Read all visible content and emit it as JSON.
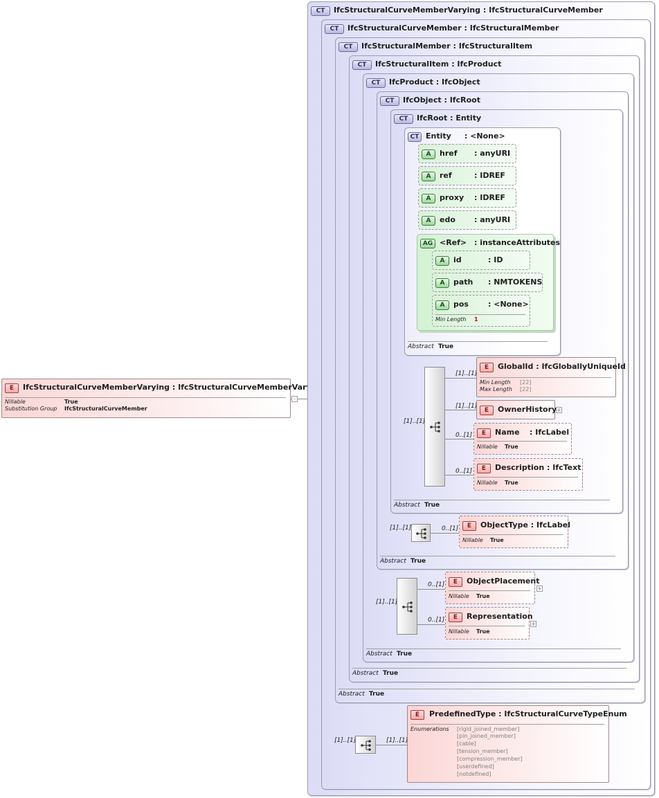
{
  "root": {
    "badge": "E",
    "title": "IfcStructuralCurveMemberVarying : IfcStructuralCurveMemberVarying",
    "props": [
      {
        "label": "Nillable",
        "value": "True"
      },
      {
        "label": "Substitution Group",
        "value": "IfcStructuralCurveMember"
      }
    ],
    "collapse": "-"
  },
  "ct_badge": "CT",
  "ct_levels": [
    {
      "name": "IfcStructuralCurveMemberVarying",
      "base": ": IfcStructuralCurveMember"
    },
    {
      "name": "IfcStructuralCurveMember",
      "base": ": IfcStructuralMember"
    },
    {
      "name": "IfcStructuralMember",
      "base": ": IfcStructuralItem"
    },
    {
      "name": "IfcStructuralItem",
      "base": ": IfcProduct"
    },
    {
      "name": "IfcProduct",
      "base": ": IfcObject"
    },
    {
      "name": "IfcObject",
      "base": ": IfcRoot"
    },
    {
      "name": "IfcRoot",
      "base": ": Entity"
    },
    {
      "name": "Entity",
      "base": ": <None>"
    }
  ],
  "abstract_label": "Abstract",
  "abstract_value": "True",
  "attributes": [
    {
      "badge": "A",
      "name": "href",
      "type": ": anyURI"
    },
    {
      "badge": "A",
      "name": "ref",
      "type": ": IDREF"
    },
    {
      "badge": "A",
      "name": "proxy",
      "type": ": IDREF"
    },
    {
      "badge": "A",
      "name": "edo",
      "type": ": anyURI"
    }
  ],
  "attr_group": {
    "badge": "AG",
    "name": "<Ref>",
    "type": ": instanceAttributes",
    "attributes": [
      {
        "badge": "A",
        "name": "id",
        "type": ": ID"
      },
      {
        "badge": "A",
        "name": "path",
        "type": ": NMTOKENS"
      },
      {
        "badge": "A",
        "name": "pos",
        "type": ": <None>",
        "prop_label": "Min Length",
        "prop_value": "1"
      }
    ]
  },
  "ifcroot_seq": {
    "card": "[1]..[1]",
    "elements": [
      {
        "badge": "E",
        "card": "[1]..[1]",
        "name": "GlobalId",
        "type": ": IfcGloballyUniqueId",
        "props": [
          {
            "label": "Min Length",
            "value": "[22]"
          },
          {
            "label": "Max Length",
            "value": "[22]"
          }
        ]
      },
      {
        "badge": "E",
        "card": "[1]..[1]",
        "name": "OwnerHistory",
        "type": "",
        "expand": "+"
      },
      {
        "badge": "E",
        "card": "0..[1]",
        "name": "Name",
        "type": ": IfcLabel",
        "props": [
          {
            "label": "Nillable",
            "value": "True"
          }
        ]
      },
      {
        "badge": "E",
        "card": "0..[1]",
        "name": "Description",
        "type": ": IfcText",
        "props": [
          {
            "label": "Nillable",
            "value": "True"
          }
        ]
      }
    ]
  },
  "ifcobject_seq": {
    "card": "[1]..[1]",
    "element": {
      "badge": "E",
      "card": "0..[1]",
      "name": "ObjectType",
      "type": ": IfcLabel",
      "props": [
        {
          "label": "Nillable",
          "value": "True"
        }
      ]
    }
  },
  "ifcproduct_seq": {
    "card": "[1]..[1]",
    "elements": [
      {
        "badge": "E",
        "card": "0..[1]",
        "name": "ObjectPlacement",
        "expand": "+",
        "props": [
          {
            "label": "Nillable",
            "value": "True"
          }
        ]
      },
      {
        "badge": "E",
        "card": "0..[1]",
        "name": "Representation",
        "expand": "+",
        "props": [
          {
            "label": "Nillable",
            "value": "True"
          }
        ]
      }
    ]
  },
  "varying_seq": {
    "card": "[1]..[1]",
    "element": {
      "badge": "E",
      "card": "[1]..[1]",
      "name": "PredefinedType",
      "type": ": IfcStructuralCurveTypeEnum",
      "enum_label": "Enumerations",
      "enums": [
        "[rigid_joined_member]",
        "[pin_joined_member]",
        "[cable]",
        "[tension_member]",
        "[compression_member]",
        "[userdefined]",
        "[notdefined]"
      ]
    }
  }
}
